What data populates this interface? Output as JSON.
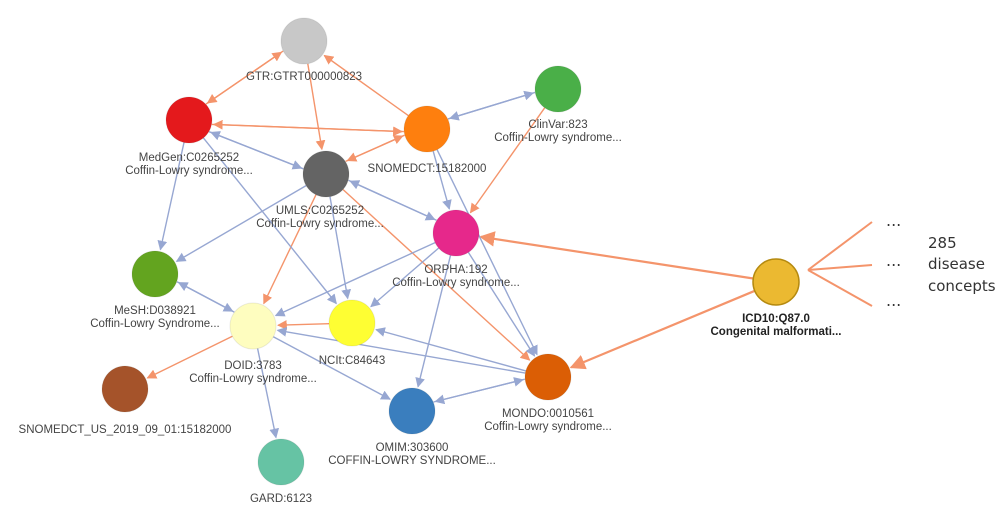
{
  "colors": {
    "orange_edge": "#f4946b",
    "blue_edge": "#97a7d2"
  },
  "nodes": [
    {
      "id": "gtr",
      "color": "#c8c8c8",
      "lines": [
        "GTR:GTRT000000823"
      ]
    },
    {
      "id": "medgen",
      "color": "#e4191c",
      "lines": [
        "MedGen:C0265252",
        "Coffin-Lowry syndrome..."
      ]
    },
    {
      "id": "snomedct",
      "color": "#fe7f0e",
      "lines": [
        "SNOMEDCT:15182000"
      ]
    },
    {
      "id": "clinvar",
      "color": "#4aaf48",
      "lines": [
        "ClinVar:823",
        "Coffin-Lowry syndrome..."
      ]
    },
    {
      "id": "umls",
      "color": "#646464",
      "lines": [
        "UMLS:C0265252",
        "Coffin-Lowry syndrome..."
      ]
    },
    {
      "id": "orpha",
      "color": "#e6288b",
      "lines": [
        "ORPHA:192",
        "Coffin-Lowry syndrome..."
      ]
    },
    {
      "id": "mesh",
      "color": "#63a41f",
      "lines": [
        "MeSH:D038921",
        "Coffin-Lowry Syndrome..."
      ]
    },
    {
      "id": "doid",
      "color": "#fefdbf",
      "lines": [
        "DOID:3783",
        "Coffin-Lowry syndrome..."
      ]
    },
    {
      "id": "ncit",
      "color": "#fefe33",
      "lines": [
        "NCIt:C84643"
      ]
    },
    {
      "id": "mondo",
      "color": "#db5e05",
      "lines": [
        "MONDO:0010561",
        "Coffin-Lowry syndrome..."
      ]
    },
    {
      "id": "snomedus",
      "color": "#a5532a",
      "lines": [
        "SNOMEDCT_US_2019_09_01:15182000"
      ]
    },
    {
      "id": "omim",
      "color": "#3a7ebe",
      "lines": [
        "OMIM:303600",
        "COFFIN-LOWRY SYNDROME..."
      ]
    },
    {
      "id": "gard",
      "color": "#66c3a4",
      "lines": [
        "GARD:6123"
      ]
    },
    {
      "id": "icd10",
      "color": "#ebb931",
      "lines": [
        "ICD10:Q87.0",
        "Congenital malformati..."
      ]
    }
  ],
  "edges": [
    {
      "from": "snomedct",
      "to": "gtr",
      "kind": "orange"
    },
    {
      "from": "gtr",
      "to": "medgen",
      "kind": "orange"
    },
    {
      "from": "medgen",
      "to": "gtr",
      "kind": "orange"
    },
    {
      "from": "gtr",
      "to": "umls",
      "kind": "orange"
    },
    {
      "from": "medgen",
      "to": "snomedct",
      "kind": "orange"
    },
    {
      "from": "snomedct",
      "to": "medgen",
      "kind": "orange"
    },
    {
      "from": "snomedct",
      "to": "umls",
      "kind": "orange"
    },
    {
      "from": "umls",
      "to": "snomedct",
      "kind": "orange"
    },
    {
      "from": "clinvar",
      "to": "orpha",
      "kind": "orange"
    },
    {
      "from": "umls",
      "to": "doid",
      "kind": "orange"
    },
    {
      "from": "umls",
      "to": "mondo",
      "kind": "orange"
    },
    {
      "from": "doid",
      "to": "snomedus",
      "kind": "orange"
    },
    {
      "from": "ncit",
      "to": "doid",
      "kind": "orange"
    },
    {
      "from": "icd10",
      "to": "orpha",
      "kind": "orange"
    },
    {
      "from": "icd10",
      "to": "mondo",
      "kind": "orange"
    },
    {
      "from": "umls",
      "to": "medgen",
      "kind": "blue"
    },
    {
      "from": "medgen",
      "to": "umls",
      "kind": "blue"
    },
    {
      "from": "snomedct",
      "to": "clinvar",
      "kind": "blue"
    },
    {
      "from": "clinvar",
      "to": "snomedct",
      "kind": "blue"
    },
    {
      "from": "snomedct",
      "to": "orpha",
      "kind": "blue"
    },
    {
      "from": "snomedct",
      "to": "mondo",
      "kind": "blue"
    },
    {
      "from": "umls",
      "to": "orpha",
      "kind": "blue"
    },
    {
      "from": "orpha",
      "to": "umls",
      "kind": "blue"
    },
    {
      "from": "medgen",
      "to": "mesh",
      "kind": "blue"
    },
    {
      "from": "umls",
      "to": "mesh",
      "kind": "blue"
    },
    {
      "from": "medgen",
      "to": "ncit",
      "kind": "blue"
    },
    {
      "from": "umls",
      "to": "ncit",
      "kind": "blue"
    },
    {
      "from": "mesh",
      "to": "doid",
      "kind": "blue"
    },
    {
      "from": "doid",
      "to": "mesh",
      "kind": "blue"
    },
    {
      "from": "orpha",
      "to": "doid",
      "kind": "blue"
    },
    {
      "from": "orpha",
      "to": "ncit",
      "kind": "blue"
    },
    {
      "from": "orpha",
      "to": "omim",
      "kind": "blue"
    },
    {
      "from": "orpha",
      "to": "mondo",
      "kind": "blue"
    },
    {
      "from": "mondo",
      "to": "ncit",
      "kind": "blue"
    },
    {
      "from": "mondo",
      "to": "omim",
      "kind": "blue"
    },
    {
      "from": "omim",
      "to": "mondo",
      "kind": "blue"
    },
    {
      "from": "doid",
      "to": "omim",
      "kind": "blue"
    },
    {
      "from": "doid",
      "to": "gard",
      "kind": "blue"
    },
    {
      "from": "mondo",
      "to": "doid",
      "kind": "blue"
    }
  ],
  "fan_out": {
    "ellipsis": [
      "...",
      "...",
      "..."
    ],
    "caption": [
      "285",
      "disease",
      "concepts"
    ]
  }
}
